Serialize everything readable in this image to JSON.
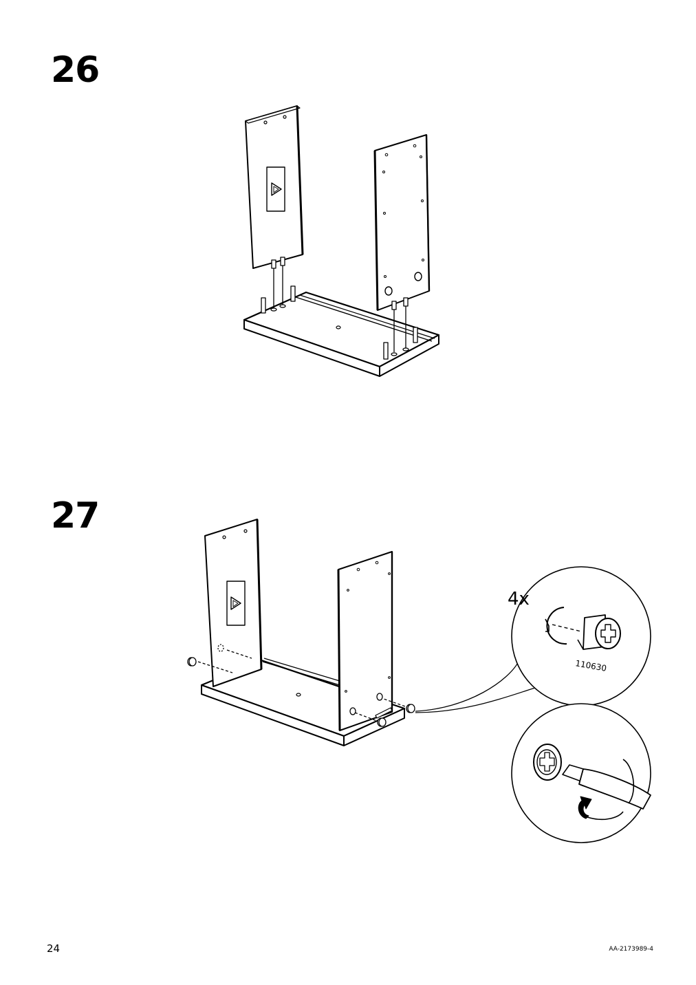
{
  "steps": [
    {
      "number": "26"
    },
    {
      "number": "27",
      "callout": {
        "quantity": "4x",
        "part_number": "110630"
      }
    }
  ],
  "footer": {
    "page_number": "24",
    "document_code": "AA-2173989-4"
  },
  "icons": [
    "arrow-label-icon",
    "cam-lock-icon",
    "screwdriver-icon",
    "rotate-arrow-icon"
  ]
}
